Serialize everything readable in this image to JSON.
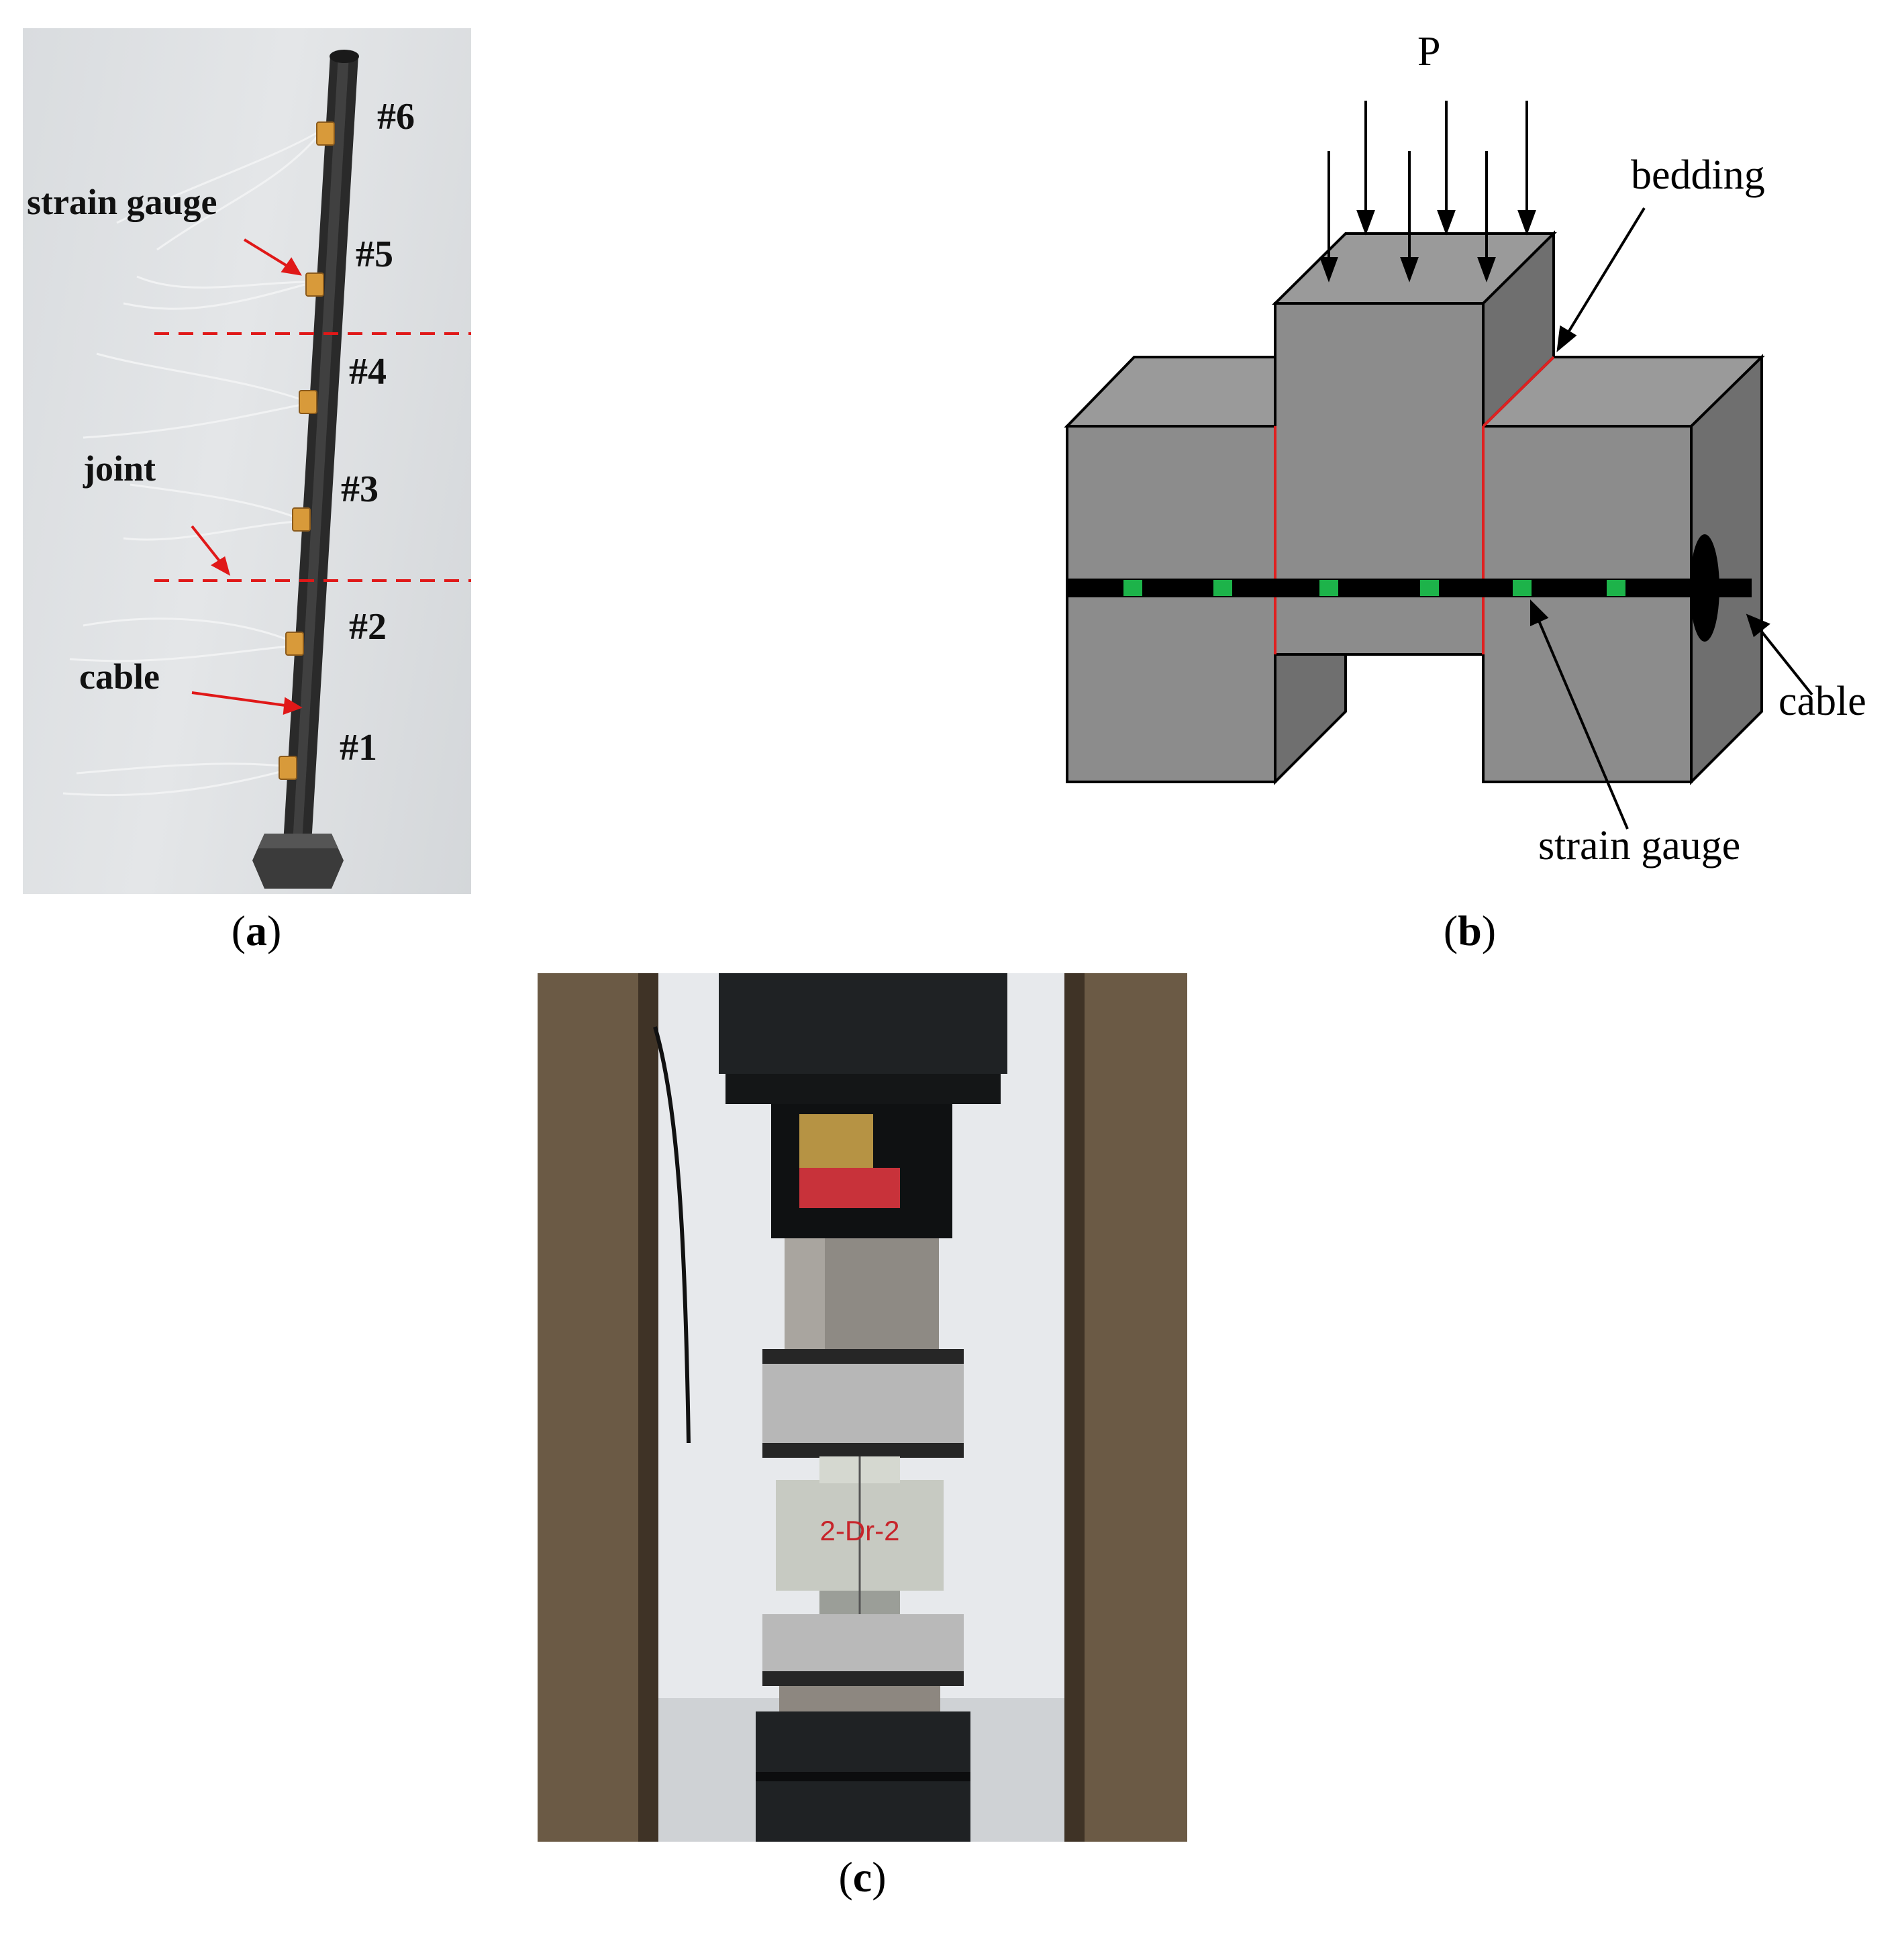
{
  "panel_a": {
    "labels": {
      "g6": "#6",
      "g5": "#5",
      "g4": "#4",
      "g3": "#3",
      "g2": "#2",
      "g1": "#1",
      "strain_gauge": "strain gauge",
      "joint": "joint",
      "cable": "cable"
    },
    "caption": {
      "open": "(",
      "letter": "a",
      "close": ")"
    }
  },
  "panel_b": {
    "labels": {
      "load": "P",
      "bedding": "bedding",
      "cable": "cable",
      "strain_gauge": "strain  gauge"
    },
    "colors": {
      "block": "#8c8c8c",
      "block_top": "#9a9a9a",
      "block_side": "#6f6f6f",
      "joint_line": "#e02020",
      "gauge": "#1db34a",
      "cable": "#000000"
    },
    "caption": {
      "open": "(",
      "letter": "b",
      "close": ")"
    }
  },
  "panel_c": {
    "specimen_text": "2-Dr-2",
    "caption": {
      "open": "(",
      "letter": "c",
      "close": ")"
    }
  }
}
